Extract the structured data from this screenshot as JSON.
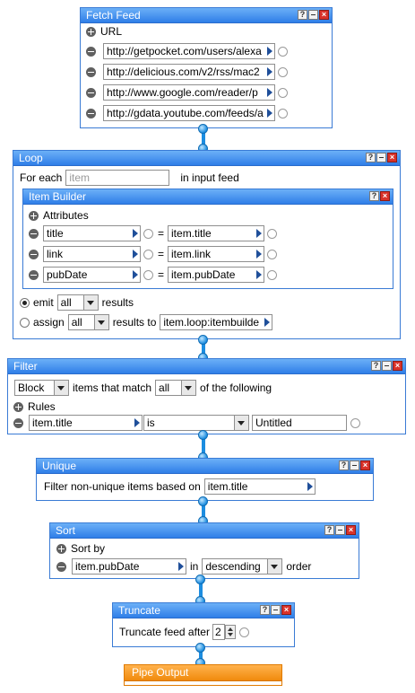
{
  "fetch_feed": {
    "title": "Fetch Feed",
    "url_label": "URL",
    "urls": [
      "http://getpocket.com/users/alexa",
      "http://delicious.com/v2/rss/mac2",
      "http://www.google.com/reader/p",
      "http://gdata.youtube.com/feeds/a"
    ]
  },
  "loop": {
    "title": "Loop",
    "for_each_label": "For each",
    "for_each_placeholder": "item",
    "in_input_feed_label": "in input feed",
    "emit_label": "emit",
    "emit_value": "all",
    "results_label": "results",
    "assign_label": "assign",
    "assign_value": "all",
    "results_to_label": "results to",
    "results_to_value": "item.loop:itembuilde",
    "item_builder": {
      "title": "Item Builder",
      "attributes_label": "Attributes",
      "equals": "=",
      "attributes": [
        {
          "key": "title",
          "value": "item.title"
        },
        {
          "key": "link",
          "value": "item.link"
        },
        {
          "key": "pubDate",
          "value": "item.pubDate"
        }
      ]
    }
  },
  "filter": {
    "title": "Filter",
    "mode": "Block",
    "items_that_match_label": "items that match",
    "match": "all",
    "of_following_label": "of the following",
    "rules_label": "Rules",
    "rule": {
      "field": "item.title",
      "operator": "is",
      "value": "Untitled"
    }
  },
  "unique": {
    "title": "Unique",
    "label": "Filter non-unique items based on",
    "field": "item.title"
  },
  "sort": {
    "title": "Sort",
    "sort_by_label": "Sort by",
    "field": "item.pubDate",
    "in_label": "in",
    "direction": "descending",
    "order_label": "order"
  },
  "truncate": {
    "title": "Truncate",
    "label": "Truncate feed after",
    "value": "2"
  },
  "output": {
    "title": "Pipe Output"
  }
}
